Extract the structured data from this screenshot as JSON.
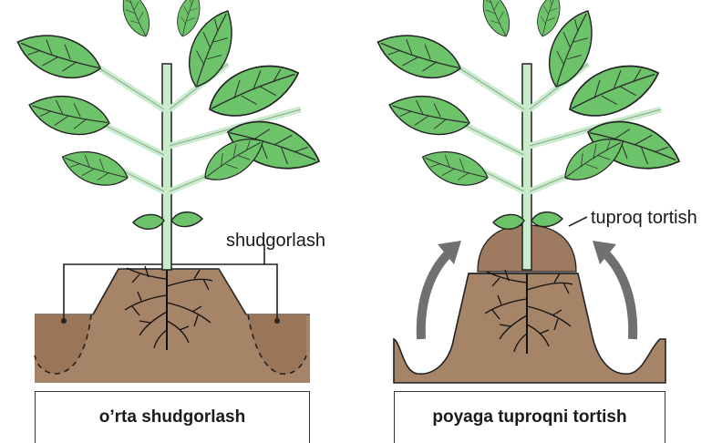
{
  "panels": [
    {
      "id": "left",
      "caption": "o’rta shudgorlash",
      "callout": "shudgorlash"
    },
    {
      "id": "right",
      "caption": "poyaga tuproqni tortish",
      "callout": "tuproq tortish"
    }
  ],
  "colors": {
    "leaf": "#6cc36a",
    "leaf_vein": "#2d2d2d",
    "stem": "#c9eccd",
    "soil": "#a68468",
    "soil_light": "#d8cfc5",
    "soil_mound": "#9e7a60",
    "arrow": "#707070",
    "outline": "#222222"
  }
}
